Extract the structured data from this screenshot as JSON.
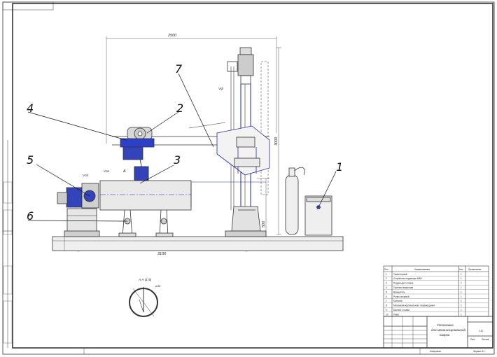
{
  "drawing": {
    "callouts": [
      "1",
      "2",
      "3",
      "4",
      "5",
      "6",
      "7"
    ],
    "dimensions": {
      "top_width": "2500",
      "column_height": "3000",
      "stand_height": "500",
      "base_width": "3100",
      "circle_diameter": "ø150"
    },
    "section_mark": "A",
    "section_title": "A-A (1:5)",
    "motion_labels": {
      "v_top": "Vф",
      "v_weld": "Vсв",
      "v_roll": "Vсб"
    }
  },
  "parts_table": {
    "headers": {
      "pos": "Поз.",
      "name": "Наименование",
      "qty": "Кол",
      "note": "Примечание"
    },
    "rows": [
      {
        "pos": "1",
        "name": "Тиристорный",
        "qty": "1"
      },
      {
        "pos": "2",
        "name": "Устройство подающее МВЗ",
        "qty": "1"
      },
      {
        "pos": "3",
        "name": "Подающая головка",
        "qty": "1"
      },
      {
        "pos": "4",
        "name": "Горелка сварочная",
        "qty": "1"
      },
      {
        "pos": "5",
        "name": "Вращатель",
        "qty": "1"
      },
      {
        "pos": "6",
        "name": "Ролик опорный",
        "qty": "1"
      },
      {
        "pos": "7",
        "name": "Колонна",
        "qty": "1"
      },
      {
        "pos": "8",
        "name": "Механизм вертикального перемещения",
        "qty": "1"
      },
      {
        "pos": "9",
        "name": "Баллон с газом",
        "qty": "1"
      },
      {
        "pos": "10",
        "name": "Рама",
        "qty": "1"
      }
    ]
  },
  "title_block": {
    "title_line1": "Установка",
    "title_line2": "для механизированной",
    "title_line3": "сварки",
    "sheet": "Лист",
    "sheets": "Листов",
    "scale": "1:10",
    "copied": "Копировал",
    "format": "Формат А1"
  }
}
